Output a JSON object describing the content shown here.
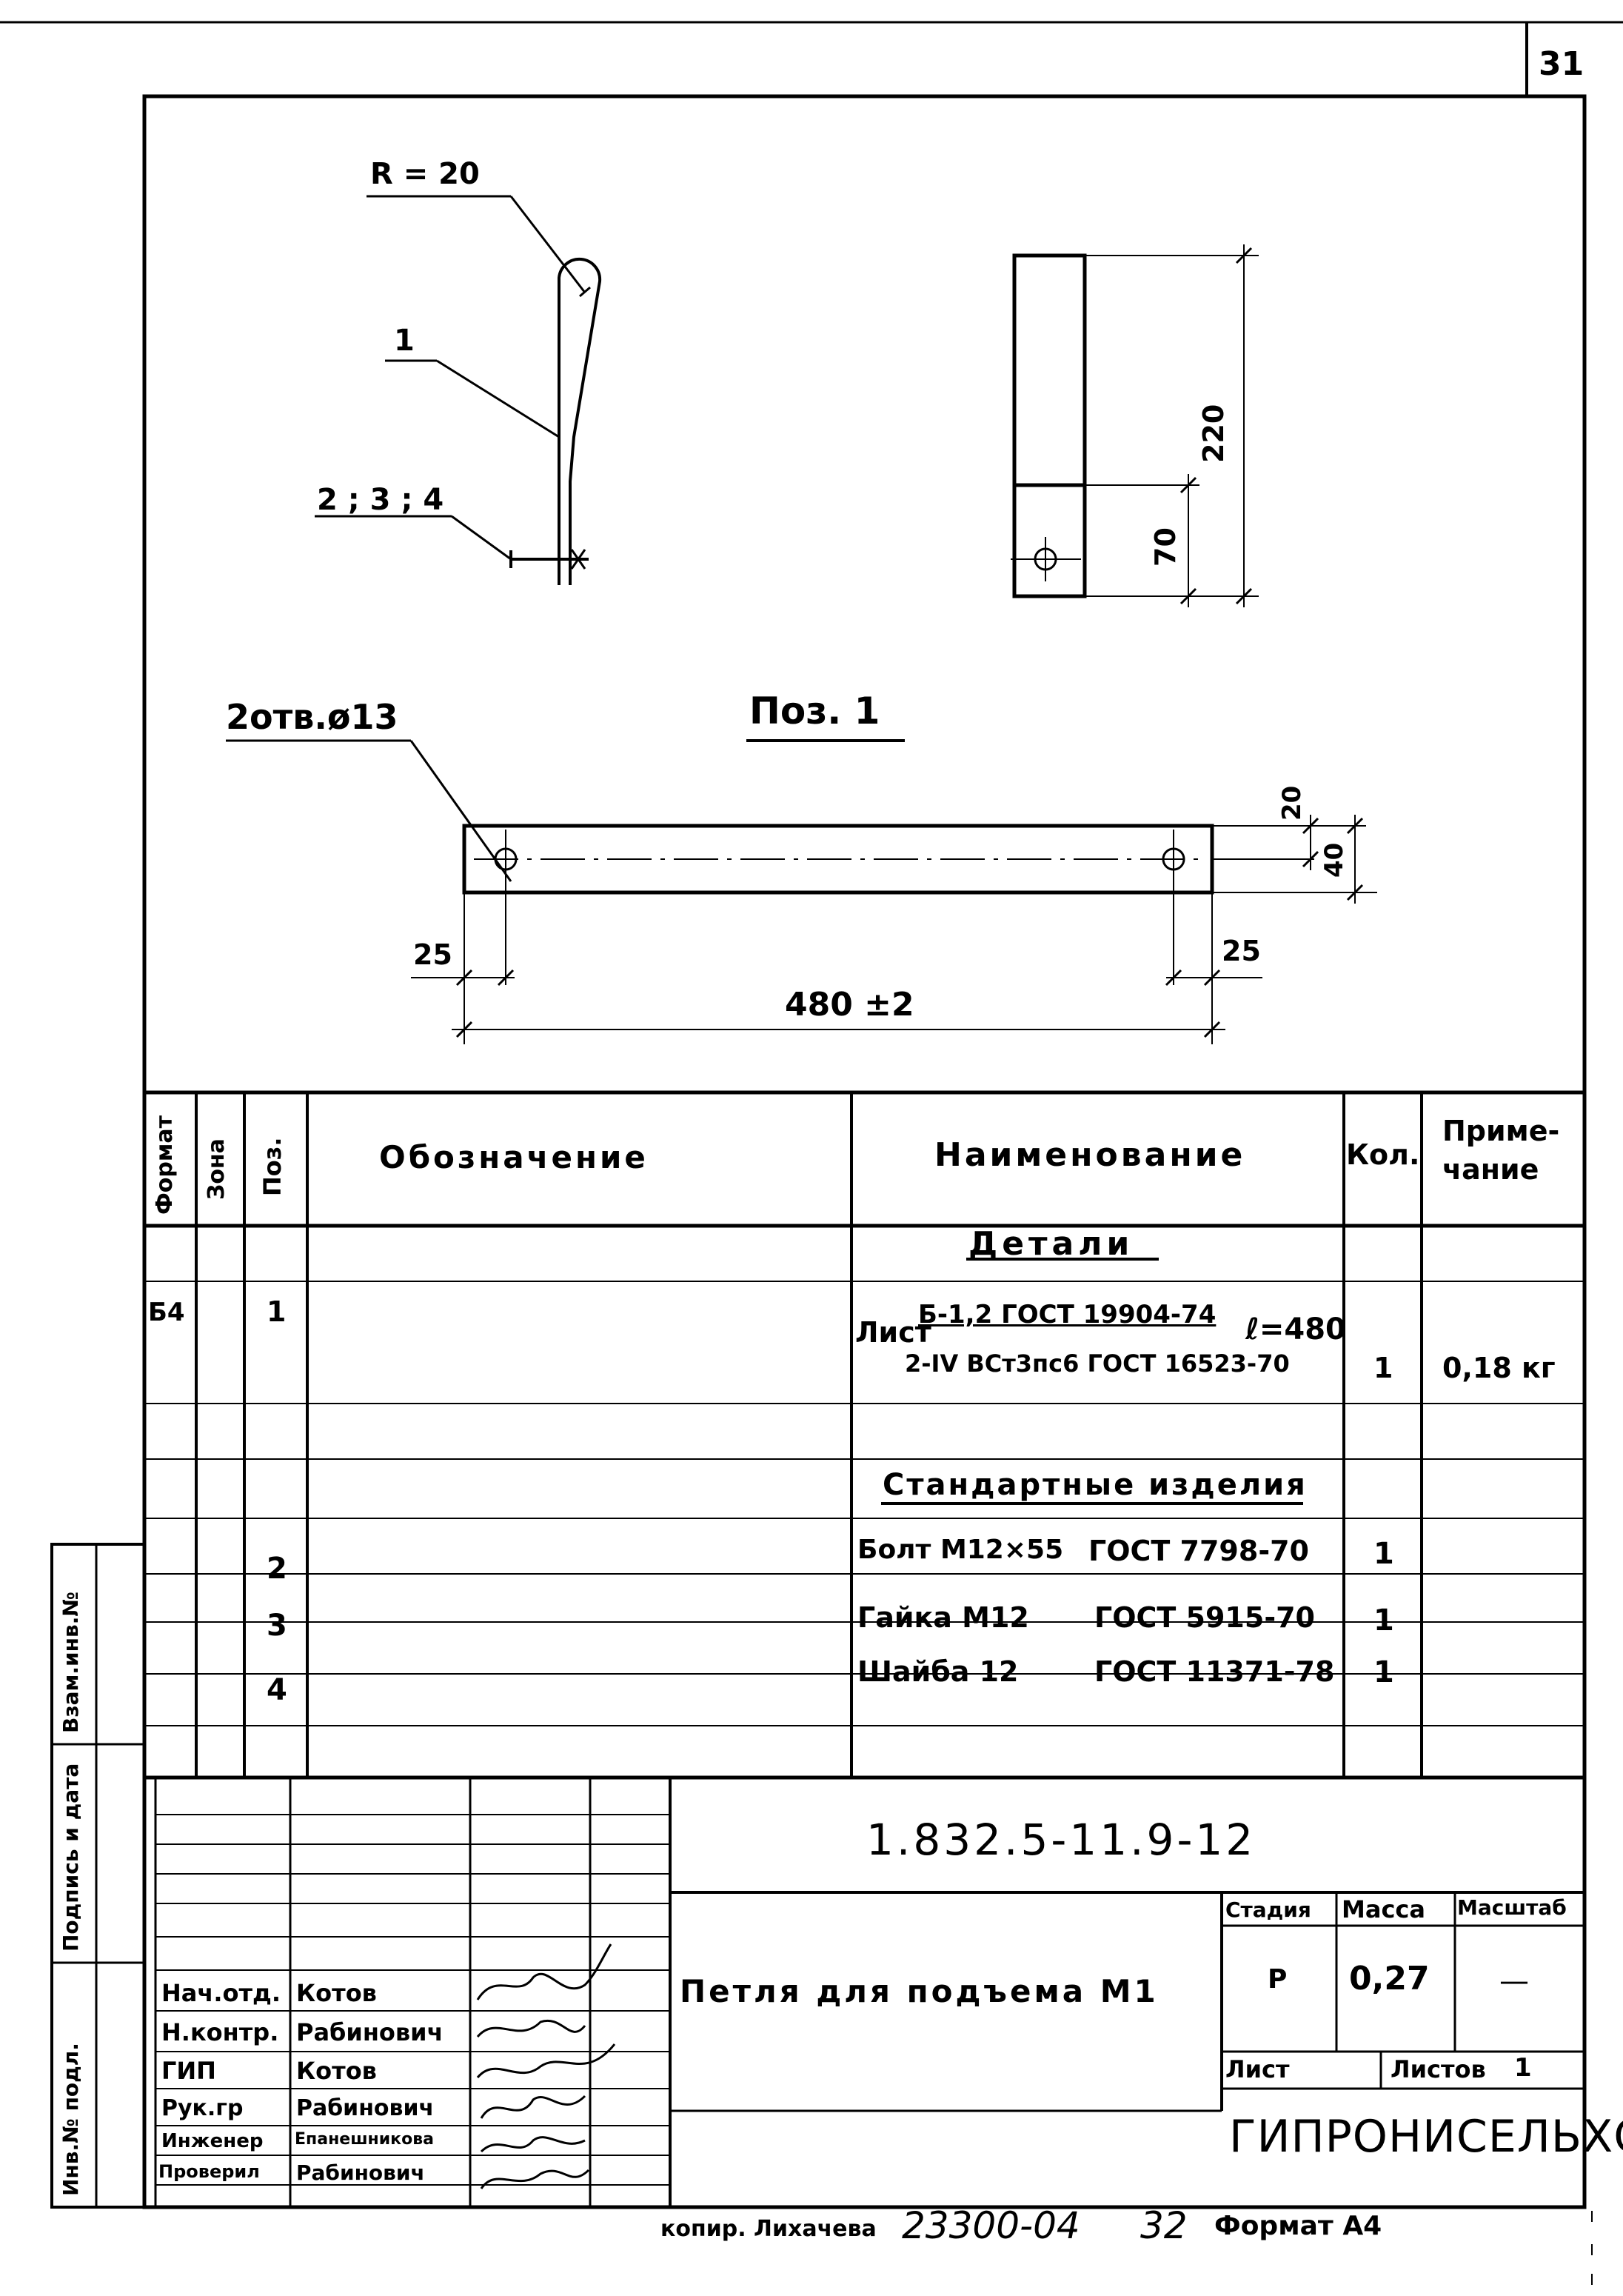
{
  "sheet_number": "31",
  "drawing": {
    "radius_label": "R = 20",
    "leader_1": "1",
    "leader_234": "2 ; 3 ; 4",
    "dim_220": "220",
    "dim_70": "70",
    "holes_label": "2отв.ø13",
    "part_title": "Поз. 1",
    "dim_20": "20",
    "dim_40": "40",
    "dim_25_left": "25",
    "dim_25_right": "25",
    "dim_480": "480 ±2"
  },
  "spec_table": {
    "headers": {
      "format": "Формат",
      "zone": "Зона",
      "pos": "Поз.",
      "designation": "Обозначение",
      "name": "Наименование",
      "qty": "Кол.",
      "note_line1": "Приме-",
      "note_line2": "чание"
    },
    "section_details": "Детали",
    "row1": {
      "format": "Б4",
      "pos": "1",
      "name_prefix": "Лист",
      "name_top": "Б-1,2 ГОСТ 19904-74",
      "name_length": "ℓ=480",
      "name_bottom": "2-IV ВСт3пс6 ГОСТ 16523-70",
      "qty": "1",
      "note": "0,18 кг"
    },
    "section_standard": "Стандартные изделия",
    "rows": [
      {
        "pos": "2",
        "name": "Болт М12×55",
        "gost": "ГОСТ 7798-70",
        "qty": "1"
      },
      {
        "pos": "3",
        "name": "Гайка М12",
        "gost": "ГОСТ 5915-70",
        "qty": "1"
      },
      {
        "pos": "4",
        "name": "Шайба 12",
        "gost": "ГОСТ 11371-78",
        "qty": "1"
      }
    ]
  },
  "side_stamp": {
    "vzam_inv": "Взам.инв.№",
    "podpis_data": "Подпись и дата",
    "inv_podl": "Инв.№ подл."
  },
  "title_block": {
    "doc_number": "1.832.5-11.9-12",
    "title": "Петля для подъема М1",
    "stage_label": "Стадия",
    "mass_label": "Масса",
    "scale_label": "Масштаб",
    "stage": "Р",
    "mass": "0,27",
    "scale": "—",
    "sheet_label": "Лист",
    "sheets_label": "Листов",
    "sheets_count": "1",
    "organization": "ГИПРОНИСЕЛЬХОЗ",
    "signers": [
      {
        "role": "Нач.отд.",
        "name": "Котов"
      },
      {
        "role": "Н.контр.",
        "name": "Рабинович"
      },
      {
        "role": "ГИП",
        "name": "Котов"
      },
      {
        "role": "Рук.гр",
        "name": "Рабинович"
      },
      {
        "role": "Инженер",
        "name": "Епанешникова"
      },
      {
        "role": "Проверил",
        "name": "Рабинович"
      }
    ]
  },
  "footer": {
    "copied_by": "копир. Лихачева",
    "order_number": "23300-04",
    "page_ref": "32",
    "format": "Формат А4"
  }
}
